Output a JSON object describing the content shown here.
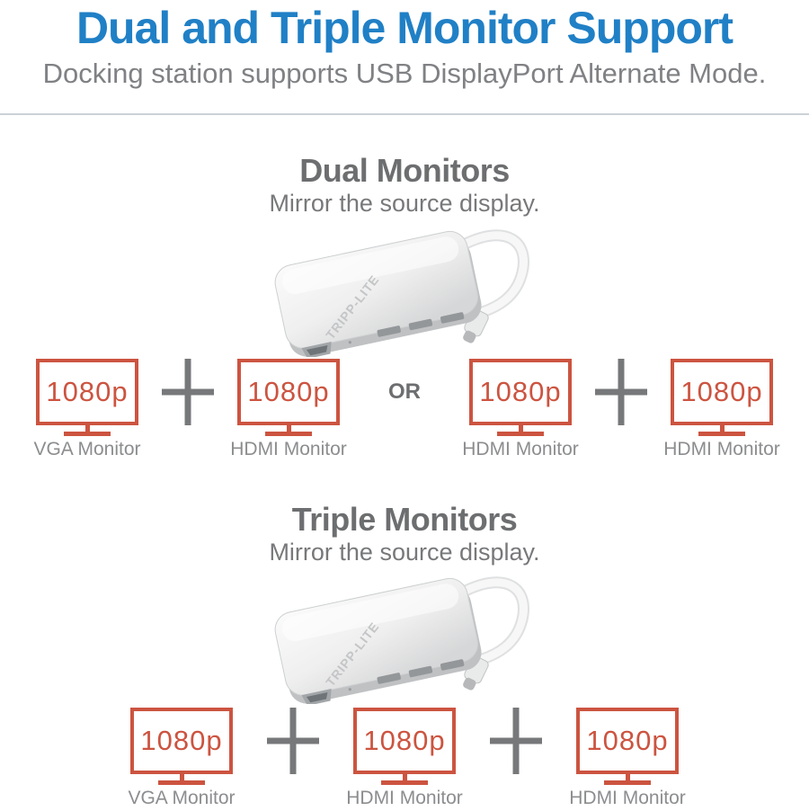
{
  "page": {
    "title": "Dual and Triple Monitor Support",
    "subtitle": "Docking station supports USB DisplayPort Alternate Mode."
  },
  "device": {
    "brand": "TRIPP-LITE"
  },
  "dual": {
    "heading": "Dual Monitors",
    "subheading": "Mirror the source display.",
    "or_label": "OR",
    "monitors": [
      {
        "resolution": "1080p",
        "label": "VGA Monitor"
      },
      {
        "resolution": "1080p",
        "label": "HDMI Monitor"
      },
      {
        "resolution": "1080p",
        "label": "HDMI Monitor"
      },
      {
        "resolution": "1080p",
        "label": "HDMI Monitor"
      }
    ]
  },
  "triple": {
    "heading": "Triple Monitors",
    "subheading": "Mirror the source display.",
    "monitors": [
      {
        "resolution": "1080p",
        "label": "VGA Monitor"
      },
      {
        "resolution": "1080p",
        "label": "HDMI Monitor"
      },
      {
        "resolution": "1080p",
        "label": "HDMI Monitor"
      }
    ]
  },
  "colors": {
    "title_blue": "#2080c6",
    "monitor_orange": "#cc5440",
    "heading_gray": "#6d6e70",
    "body_gray": "#77787a",
    "label_gray": "#8c8d8f",
    "divider_gray": "#cbd2d7"
  }
}
